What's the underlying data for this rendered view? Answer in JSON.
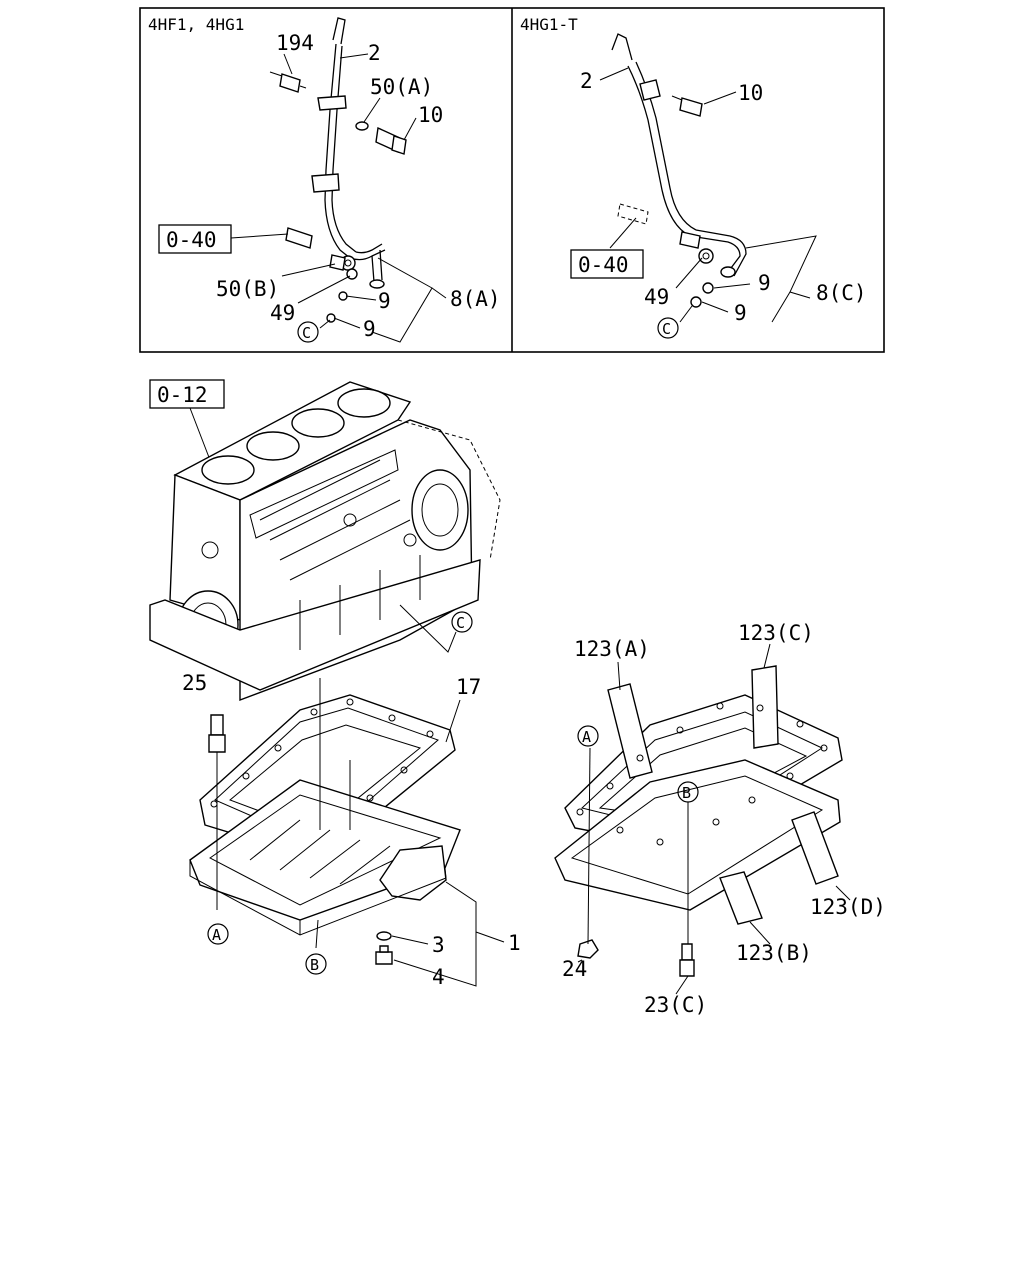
{
  "panels": {
    "left_header": "4HF1, 4HG1",
    "right_header": "4HG1-T"
  },
  "left_labels": {
    "p194": "194",
    "p2": "2",
    "p50a": "50(A)",
    "p10": "10",
    "ref040": "0-40",
    "p50b": "50(B)",
    "p49": "49",
    "p9a": "9",
    "p9b": "9",
    "p8a": "8(A)",
    "circC": "C"
  },
  "right_labels": {
    "p2": "2",
    "p10": "10",
    "ref040": "0-40",
    "p49": "49",
    "p9a": "9",
    "p9b": "9",
    "p8c": "8(C)",
    "circC": "C"
  },
  "lower_left_labels": {
    "ref012": "0-12",
    "circC": "C",
    "p25": "25",
    "p17": "17",
    "circA": "A",
    "circB": "B",
    "p3": "3",
    "p1": "1",
    "p4": "4"
  },
  "lower_right_labels": {
    "p123a": "123(A)",
    "p123c": "123(C)",
    "circA": "A",
    "circB": "B",
    "p123d": "123(D)",
    "p24": "24",
    "p123b": "123(B)",
    "p23c": "23(C)"
  }
}
